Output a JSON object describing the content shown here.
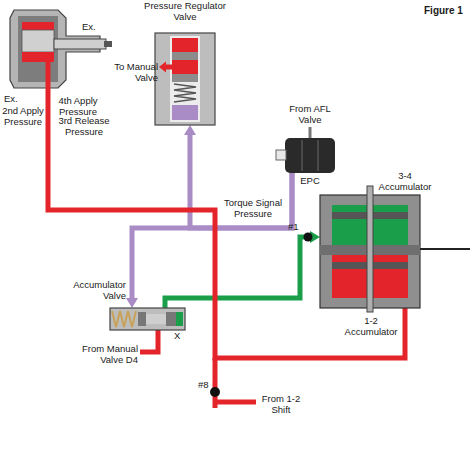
{
  "diagram": {
    "nodes": [
      {
        "text": [
          "Ex.",
          "Ex."
        ]
      },
      {
        "text": [
          "Pressure Regulator Valve"
        ]
      },
      {
        "text": [
          "EPC"
        ]
      },
      {
        "text": [
          "3-4 Accumulator"
        ]
      },
      {
        "text": [
          "1-2 Accumulator"
        ]
      },
      {
        "text": [
          "Accumulator Valve"
        ]
      }
    ],
    "edges": [
      {
        "from": 2,
        "to": 1,
        "label": "Torque Signal Pressure",
        "arrow": "to"
      },
      {
        "from": 2,
        "to": 5,
        "arrow": "to"
      },
      {
        "from": 5,
        "to": 3,
        "arrow": "to"
      },
      {
        "from": 0,
        "to": 4,
        "arrow": "none"
      }
    ],
    "labels": [
      "Figure 1",
      "2nd Apply Pressure",
      "4th Apply Pressure",
      "3rd Release Pressure",
      "To Manual Valve",
      "From AFL Valve",
      "#1",
      "X",
      "From Manual Valve D4",
      "#8",
      "From 1-2 Shift"
    ]
  }
}
